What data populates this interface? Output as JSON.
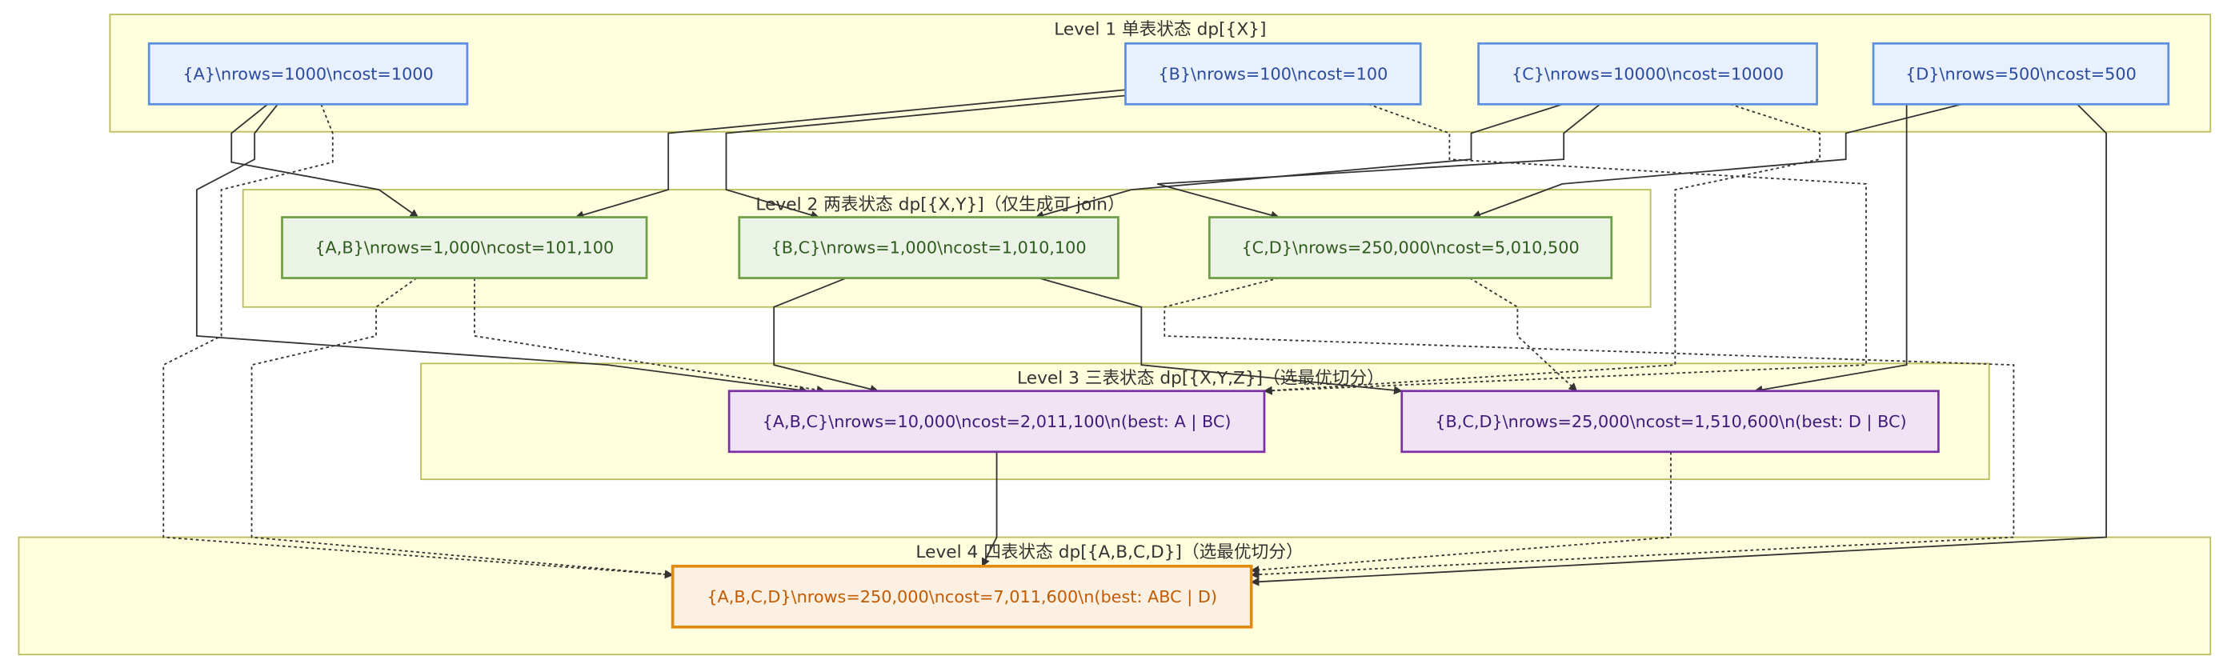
{
  "diagram": {
    "type": "flowchart",
    "clusters": [
      {
        "id": "L1",
        "title": "Level 1 单表状态 dp[{X}]"
      },
      {
        "id": "L2",
        "title": "Level 2 两表状态 dp[{X,Y}]（仅生成可 join）"
      },
      {
        "id": "L3",
        "title": "Level 3 三表状态 dp[{X,Y,Z}]（选最优切分）"
      },
      {
        "id": "L4",
        "title": "Level 4 四表状态 dp[{A,B,C,D}]（选最优切分）"
      }
    ],
    "nodes": [
      {
        "id": "A",
        "cluster": "L1",
        "label": "{A}\\nrows=1000\\ncost=1000",
        "style": "base"
      },
      {
        "id": "B",
        "cluster": "L1",
        "label": "{B}\\nrows=100\\ncost=100",
        "style": "base"
      },
      {
        "id": "C",
        "cluster": "L1",
        "label": "{C}\\nrows=10000\\ncost=10000",
        "style": "base"
      },
      {
        "id": "D",
        "cluster": "L1",
        "label": "{D}\\nrows=500\\ncost=500",
        "style": "base"
      },
      {
        "id": "AB",
        "cluster": "L2",
        "label": "{A,B}\\nrows=1,000\\ncost=101,100",
        "style": "pair"
      },
      {
        "id": "BC",
        "cluster": "L2",
        "label": "{B,C}\\nrows=1,000\\ncost=1,010,100",
        "style": "pair"
      },
      {
        "id": "CD",
        "cluster": "L2",
        "label": "{C,D}\\nrows=250,000\\ncost=5,010,500",
        "style": "pair"
      },
      {
        "id": "ABC",
        "cluster": "L3",
        "label": "{A,B,C}\\nrows=10,000\\ncost=2,011,100\\n(best: A | BC)",
        "style": "triple"
      },
      {
        "id": "BCD",
        "cluster": "L3",
        "label": "{B,C,D}\\nrows=25,000\\ncost=1,510,600\\n(best: D | BC)",
        "style": "triple"
      },
      {
        "id": "ABCD",
        "cluster": "L4",
        "label": "{A,B,C,D}\\nrows=250,000\\ncost=7,011,600\\n(best: ABC | D)",
        "style": "final"
      }
    ],
    "edges": [
      {
        "from": "A",
        "to": "AB",
        "kind": "solid"
      },
      {
        "from": "B",
        "to": "AB",
        "kind": "solid"
      },
      {
        "from": "B",
        "to": "BC",
        "kind": "solid"
      },
      {
        "from": "C",
        "to": "BC",
        "kind": "solid"
      },
      {
        "from": "C",
        "to": "CD",
        "kind": "solid"
      },
      {
        "from": "D",
        "to": "CD",
        "kind": "solid"
      },
      {
        "from": "A",
        "to": "ABC",
        "kind": "solid"
      },
      {
        "from": "BC",
        "to": "ABC",
        "kind": "solid"
      },
      {
        "from": "AB",
        "to": "ABC",
        "kind": "dotted"
      },
      {
        "from": "C",
        "to": "ABC",
        "kind": "dotted"
      },
      {
        "from": "BC",
        "to": "BCD",
        "kind": "solid"
      },
      {
        "from": "D",
        "to": "BCD",
        "kind": "solid"
      },
      {
        "from": "B",
        "to": "BCD",
        "kind": "dotted"
      },
      {
        "from": "CD",
        "to": "BCD",
        "kind": "dotted"
      },
      {
        "from": "ABC",
        "to": "ABCD",
        "kind": "solid"
      },
      {
        "from": "D",
        "to": "ABCD",
        "kind": "solid"
      },
      {
        "from": "A",
        "to": "ABCD",
        "kind": "dotted"
      },
      {
        "from": "AB",
        "to": "ABCD",
        "kind": "dotted"
      },
      {
        "from": "CD",
        "to": "ABCD",
        "kind": "dotted"
      },
      {
        "from": "BCD",
        "to": "ABCD",
        "kind": "dotted"
      }
    ],
    "styles": {
      "base": {
        "fill": "#e8f0fc",
        "stroke": "#5b8fe0",
        "text": "#2a4aa0"
      },
      "pair": {
        "fill": "#eaf3e6",
        "stroke": "#6c9e45",
        "text": "#2e5a1c"
      },
      "triple": {
        "fill": "#efe3f4",
        "stroke": "#7b30a8",
        "text": "#3f1a78"
      },
      "final": {
        "fill": "#fbf0e2",
        "stroke": "#e08a10",
        "text": "#c45a00"
      }
    }
  }
}
